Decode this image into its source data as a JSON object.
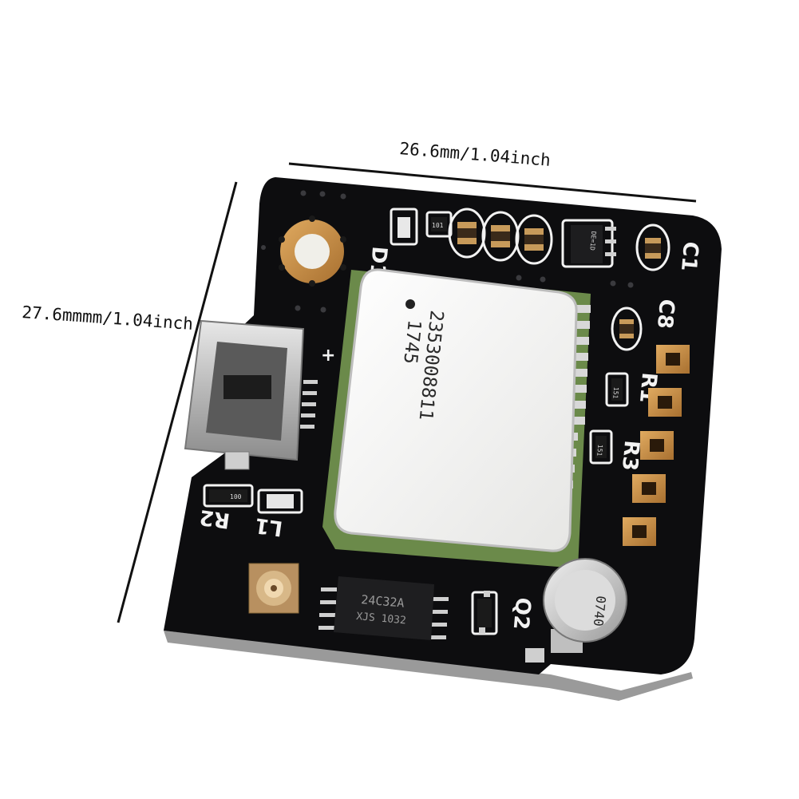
{
  "dimensions": {
    "width_label": "26.6mm/1.04inch",
    "height_label": "27.6mmmm/1.04inch"
  },
  "module": {
    "line1": "2353008811",
    "line2": "1745"
  },
  "eeprom": {
    "line1": "24C32A",
    "line2": "XJS 1032"
  },
  "silkscreen": {
    "r2": "R2",
    "l1": "L1",
    "c1": "C1",
    "c8": "C8",
    "r1": "R1",
    "r3": "R3",
    "d1": "D1",
    "q2": "Q2",
    "plus": "+",
    "r2_value": "100",
    "r1_value": "151",
    "r3_value": "151",
    "reg_mark": "DE=1D",
    "cap_mark": "101"
  },
  "battery": {
    "label": "0740"
  },
  "colors": {
    "pcb": "#0d0d0f",
    "silkscreen": "#f2f2f2",
    "gold": "#c89048",
    "shield": "#f4f4f2"
  }
}
